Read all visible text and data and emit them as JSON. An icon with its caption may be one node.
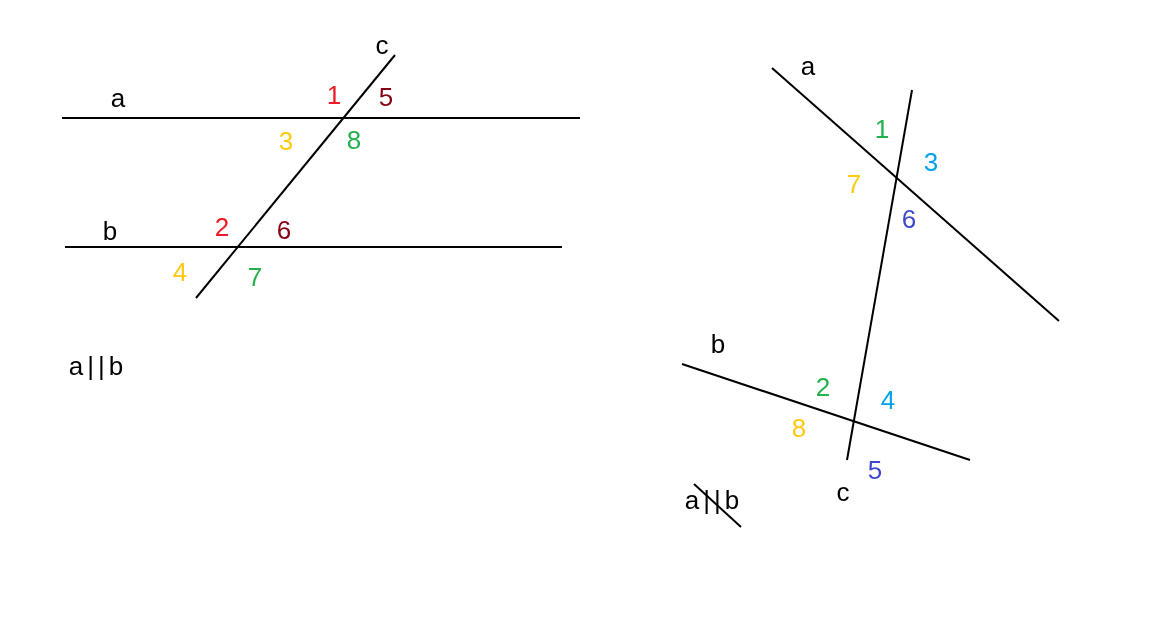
{
  "diagram": {
    "labels": [
      "c",
      "a",
      "1",
      "5",
      "3",
      "8",
      "b",
      "2",
      "6",
      "4",
      "7",
      "a||b",
      "a",
      "1",
      "3",
      "7",
      "6",
      "b",
      "2",
      "4",
      "8",
      "5",
      "c",
      "a||b"
    ]
  }
}
